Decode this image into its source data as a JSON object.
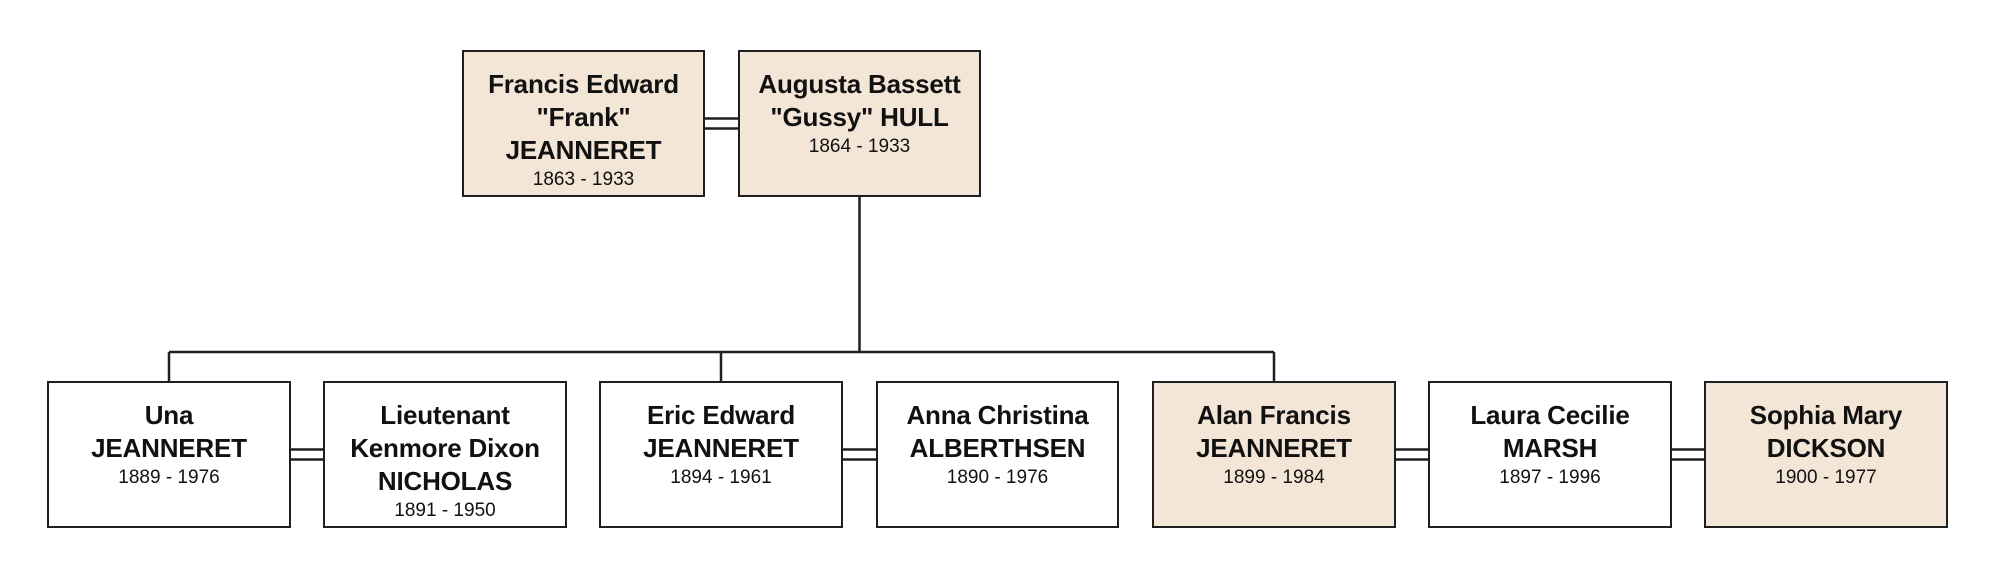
{
  "colors": {
    "line": "#1f1f1f",
    "direct_ancestor_fill": "#f4e6d7",
    "other_fill": "#ffffff"
  },
  "people": {
    "francis": {
      "name_lines": [
        "Francis Edward",
        "\"Frank\"",
        "JEANNERET"
      ],
      "dates": "1863 - 1933",
      "highlighted": true
    },
    "augusta": {
      "name_lines": [
        "Augusta Bassett",
        "\"Gussy\" HULL"
      ],
      "dates": "1864 - 1933",
      "highlighted": true
    },
    "una": {
      "name_lines": [
        "Una",
        "JEANNERET"
      ],
      "dates": "1889 - 1976",
      "highlighted": false
    },
    "kenmore": {
      "name_lines": [
        "Lieutenant",
        "Kenmore Dixon",
        "NICHOLAS"
      ],
      "dates": "1891 - 1950",
      "highlighted": false
    },
    "eric": {
      "name_lines": [
        "Eric Edward",
        "JEANNERET"
      ],
      "dates": "1894 - 1961",
      "highlighted": false
    },
    "anna": {
      "name_lines": [
        "Anna Christina",
        "ALBERTHSEN"
      ],
      "dates": "1890 - 1976",
      "highlighted": false
    },
    "alan": {
      "name_lines": [
        "Alan Francis",
        "JEANNERET"
      ],
      "dates": "1899 - 1984",
      "highlighted": true
    },
    "laura": {
      "name_lines": [
        "Laura Cecilie",
        "MARSH"
      ],
      "dates": "1897 - 1996",
      "highlighted": false
    },
    "sophia": {
      "name_lines": [
        "Sophia Mary",
        "DICKSON"
      ],
      "dates": "1900 - 1977",
      "highlighted": true
    }
  },
  "marriages": [
    [
      "francis",
      "augusta"
    ],
    [
      "una",
      "kenmore"
    ],
    [
      "eric",
      "anna"
    ],
    [
      "alan",
      "laura"
    ],
    [
      "laura",
      "sophia"
    ]
  ],
  "children_of_couple": [
    "una",
    "eric",
    "alan"
  ]
}
